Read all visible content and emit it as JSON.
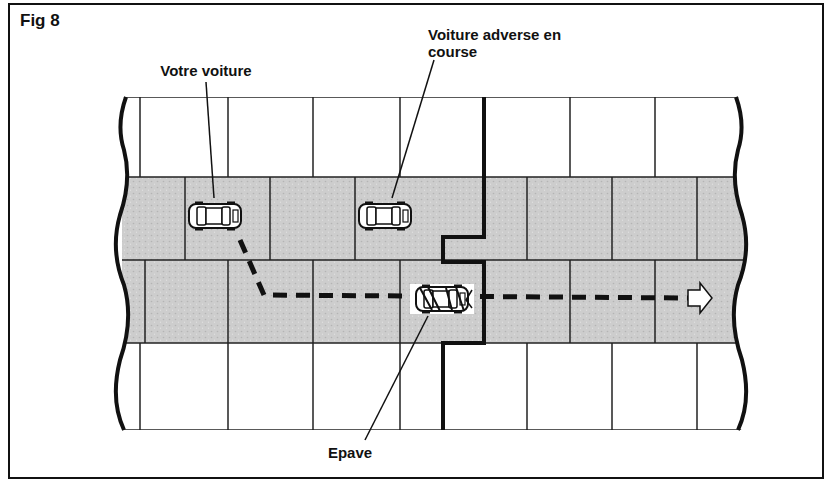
{
  "diagram": {
    "title": "Fig 8",
    "labels": [
      "Votre voiture",
      "Voiture adverse en course",
      "Epave"
    ]
  }
}
